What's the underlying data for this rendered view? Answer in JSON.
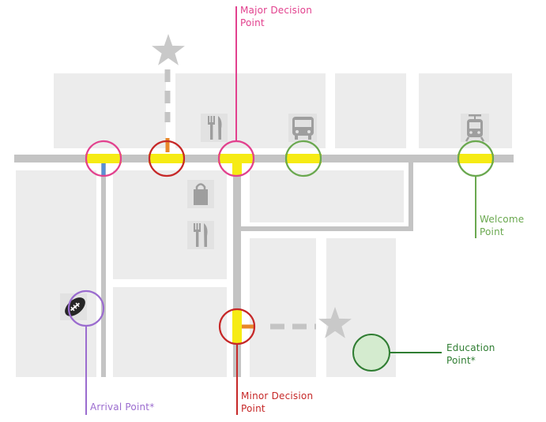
{
  "labels": {
    "major_decision": {
      "line1": "Major Decision",
      "line2": "Point"
    },
    "welcome": {
      "line1": "Welcome",
      "line2": "Point"
    },
    "education": {
      "line1": "Education",
      "line2": "Point*"
    },
    "minor_decision": {
      "line1": "Minor Decision",
      "line2": "Point"
    },
    "arrival": {
      "line1": "Arrival Point*"
    }
  },
  "icons": [
    "star-icon",
    "restaurant-icon",
    "bus-icon",
    "tram-icon",
    "shopping-bag-icon",
    "football-icon"
  ],
  "colors": {
    "major_decision": "#e2418e",
    "minor_decision": "#c62828",
    "welcome": "#6aa84f",
    "education": "#2f7d32",
    "arrival": "#9b6ccf",
    "highlight": "#f6eb14",
    "block": "#ececec",
    "road": "#c4c4c4",
    "icon": "#9e9e9e"
  }
}
